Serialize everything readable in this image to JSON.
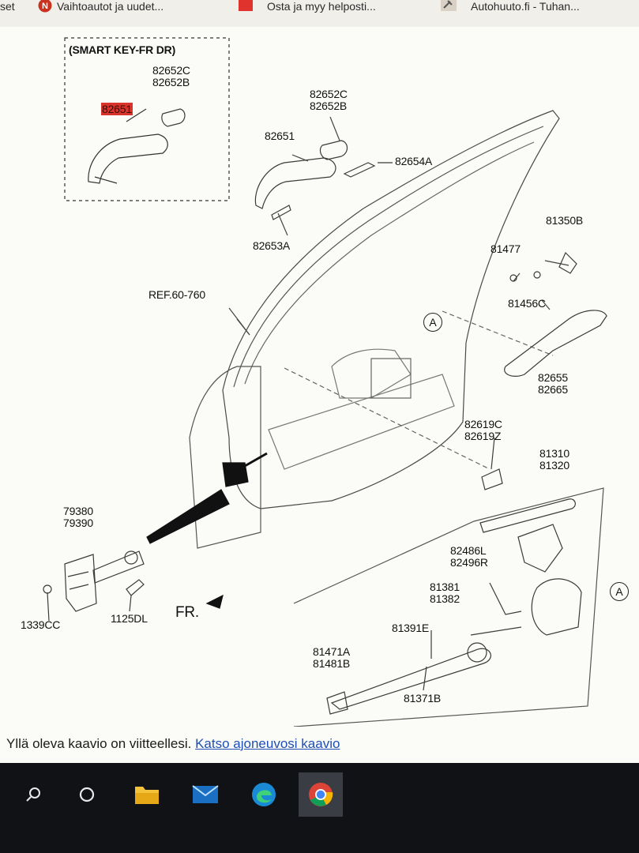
{
  "bookmarks": [
    {
      "label": "set",
      "icon": "none"
    },
    {
      "label": "Vaihtoautot ja uudet...",
      "icon": "n-badge-icon"
    },
    {
      "label": "Osta ja myy helposti...",
      "icon": "red-square-icon"
    },
    {
      "label": "Autohuuto.fi - Tuhan...",
      "icon": "gavel-icon"
    }
  ],
  "parts": {
    "smart_key_title": "(SMART KEY-FR DR)",
    "sk_82652c": "82652C",
    "sk_82652b": "82652B",
    "sk_82651": "82651",
    "p_82652c": "82652C",
    "p_82652b": "82652B",
    "p_82651": "82651",
    "p_82654a": "82654A",
    "p_82653a": "82653A",
    "p_81350b": "81350B",
    "p_81477": "81477",
    "p_81456c": "81456C",
    "p_ref": "REF.60-760",
    "p_a1": "A",
    "p_82655": "82655",
    "p_82665": "82665",
    "p_82619c": "82619C",
    "p_82619z": "82619Z",
    "p_81310": "81310",
    "p_81320": "81320",
    "p_79380": "79380",
    "p_79390": "79390",
    "p_82486l": "82486L",
    "p_82496r": "82496R",
    "p_81381": "81381",
    "p_81382": "81382",
    "p_a2": "A",
    "p_1339cc": "1339CC",
    "p_1125dl": "1125DL",
    "p_fr": "FR.",
    "p_81391e": "81391E",
    "p_81471a": "81471A",
    "p_81481b": "81481B",
    "p_81371b": "81371B"
  },
  "caption": {
    "text": "Yllä oleva kaavio on viitteellesi.",
    "link": "Katso ajoneuvosi kaavio"
  },
  "taskbar": {
    "items": [
      "search-icon",
      "task-view-icon",
      "file-explorer-icon",
      "mail-icon",
      "edge-icon",
      "chrome-icon"
    ],
    "active": "chrome-icon"
  },
  "colors": {
    "highlight": "#d9342b",
    "link": "#1d4fb5",
    "taskbar": "#101216"
  }
}
